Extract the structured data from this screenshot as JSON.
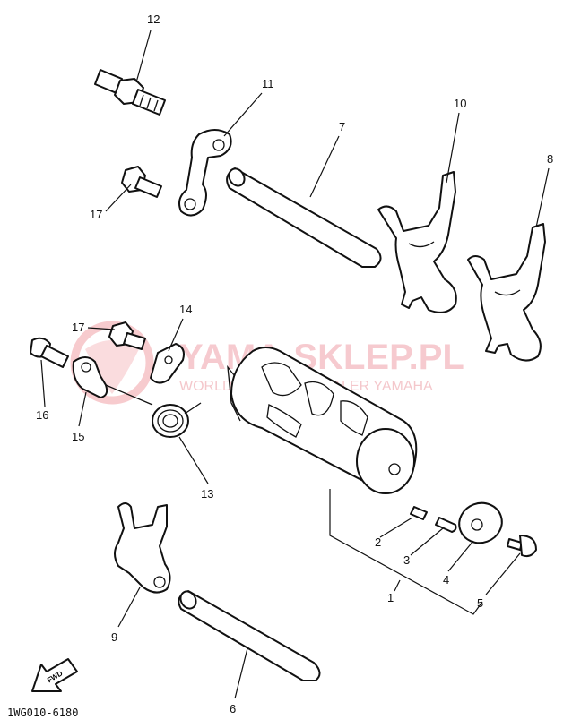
{
  "labels": {
    "p1": "1",
    "p2": "2",
    "p3": "3",
    "p4": "4",
    "p5": "5",
    "p6": "6",
    "p7": "7",
    "p8": "8",
    "p9": "9",
    "p10": "10",
    "p11": "11",
    "p12": "12",
    "p13": "13",
    "p14": "14",
    "p15": "15",
    "p16": "16",
    "p17a": "17",
    "p17b": "17"
  },
  "diagram_code": "1WG010-6180",
  "fwd_label": "FWD",
  "watermark": {
    "title": "YAMA-SKLEP.PL",
    "subtitle": "WORLD INTERNET DEALER YAMAHA",
    "color": "#e8505e"
  }
}
